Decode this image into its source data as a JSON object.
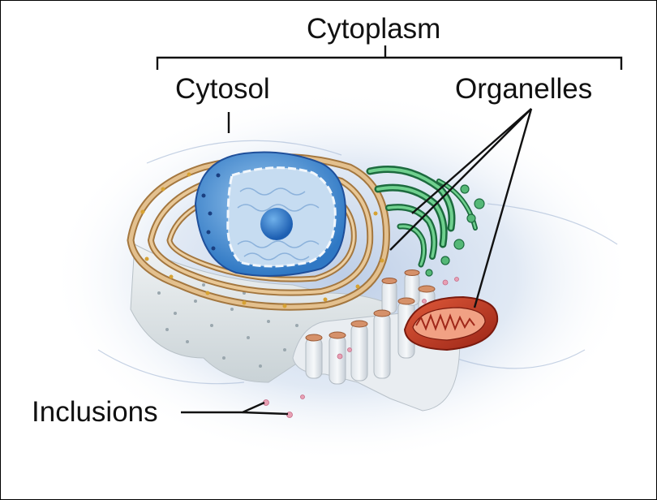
{
  "labels": {
    "cytoplasm": "Cytoplasm",
    "cytosol": "Cytosol",
    "organelles": "Organelles",
    "inclusions": "Inclusions"
  },
  "colors": {
    "background_glow": "#cfdcee",
    "nucleus": "#3d8fd6",
    "nucleolus": "#2b74c8",
    "endoplasmic_reticulum": "#c89a5e",
    "golgi_apparatus": "#2f9a5c",
    "mitochondrion": "#c23a22",
    "cytosol": "#e2e8ea",
    "inclusions": "#e8a0b4",
    "leader_lines": "#111111"
  }
}
